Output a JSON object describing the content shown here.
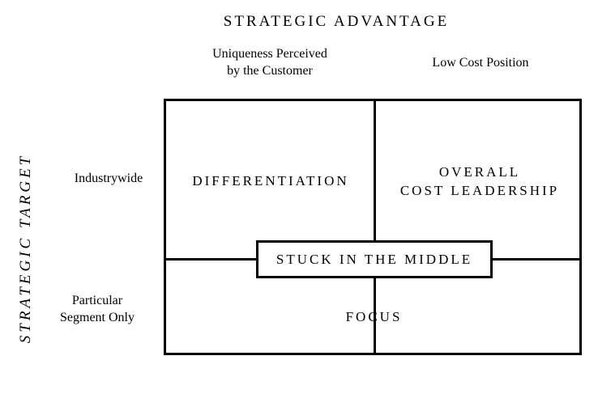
{
  "top_title": "STRATEGIC ADVANTAGE",
  "column_headers": {
    "uniqueness_line1": "Uniqueness Perceived",
    "uniqueness_line2": "by the Customer",
    "low_cost": "Low Cost Position"
  },
  "side_title": "STRATEGIC TARGET",
  "row_headers": {
    "industrywide": "Industrywide",
    "segment_line1": "Particular",
    "segment_line2": "Segment Only"
  },
  "cells": {
    "differentiation": "DIFFERENTIATION",
    "cost_leadership_line1": "OVERALL",
    "cost_leadership_line2": "COST LEADERSHIP",
    "focus": "FOCUS",
    "stuck_in_the_middle": "STUCK IN THE MIDDLE"
  }
}
